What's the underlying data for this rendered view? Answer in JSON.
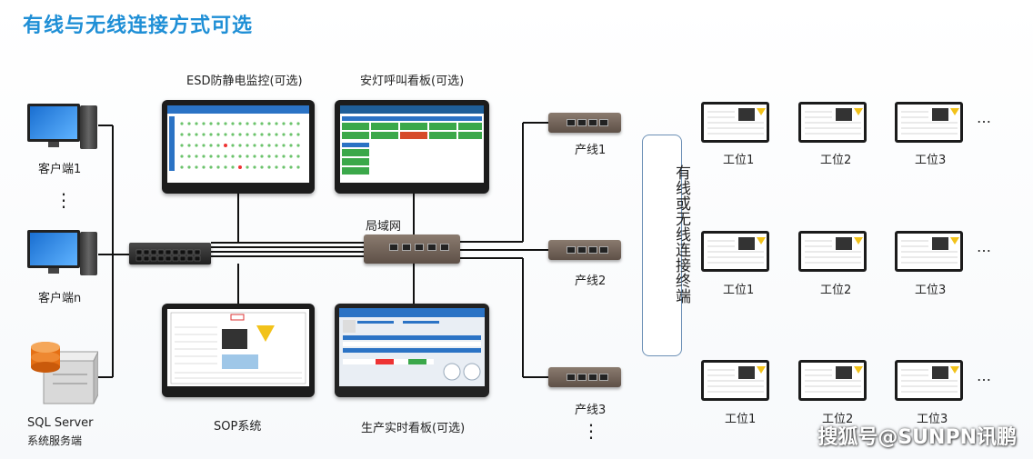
{
  "title": "有线与无线连接方式可选",
  "clients": {
    "client1": "客户端1",
    "clientn": "客户端n",
    "vdots": "⋮",
    "server_line1": "SQL  Server",
    "server_line2": "系统服务端"
  },
  "network": {
    "lan_label": "局域网"
  },
  "screens": {
    "esd": "ESD防静电监控(可选)",
    "andon": "安灯呼叫看板(可选)",
    "sop": "SOP系统",
    "production": "生产实时看板(可选)"
  },
  "lines": {
    "line1": "产线1",
    "line2": "产线2",
    "line3": "产线3",
    "vdots": "⋮"
  },
  "connection_box": "有线或无线连接终端",
  "stations": {
    "row1": [
      "工位1",
      "工位2",
      "工位3"
    ],
    "row2": [
      "工位1",
      "工位2",
      "工位3"
    ],
    "row3": [
      "工位1",
      "工位2",
      "工位3"
    ],
    "more": "…"
  },
  "watermark": "搜狐号@SUNPN讯鹏",
  "colors": {
    "title": "#1f8fd6",
    "wire": "#111111",
    "box_border": "#6b8fb5"
  }
}
